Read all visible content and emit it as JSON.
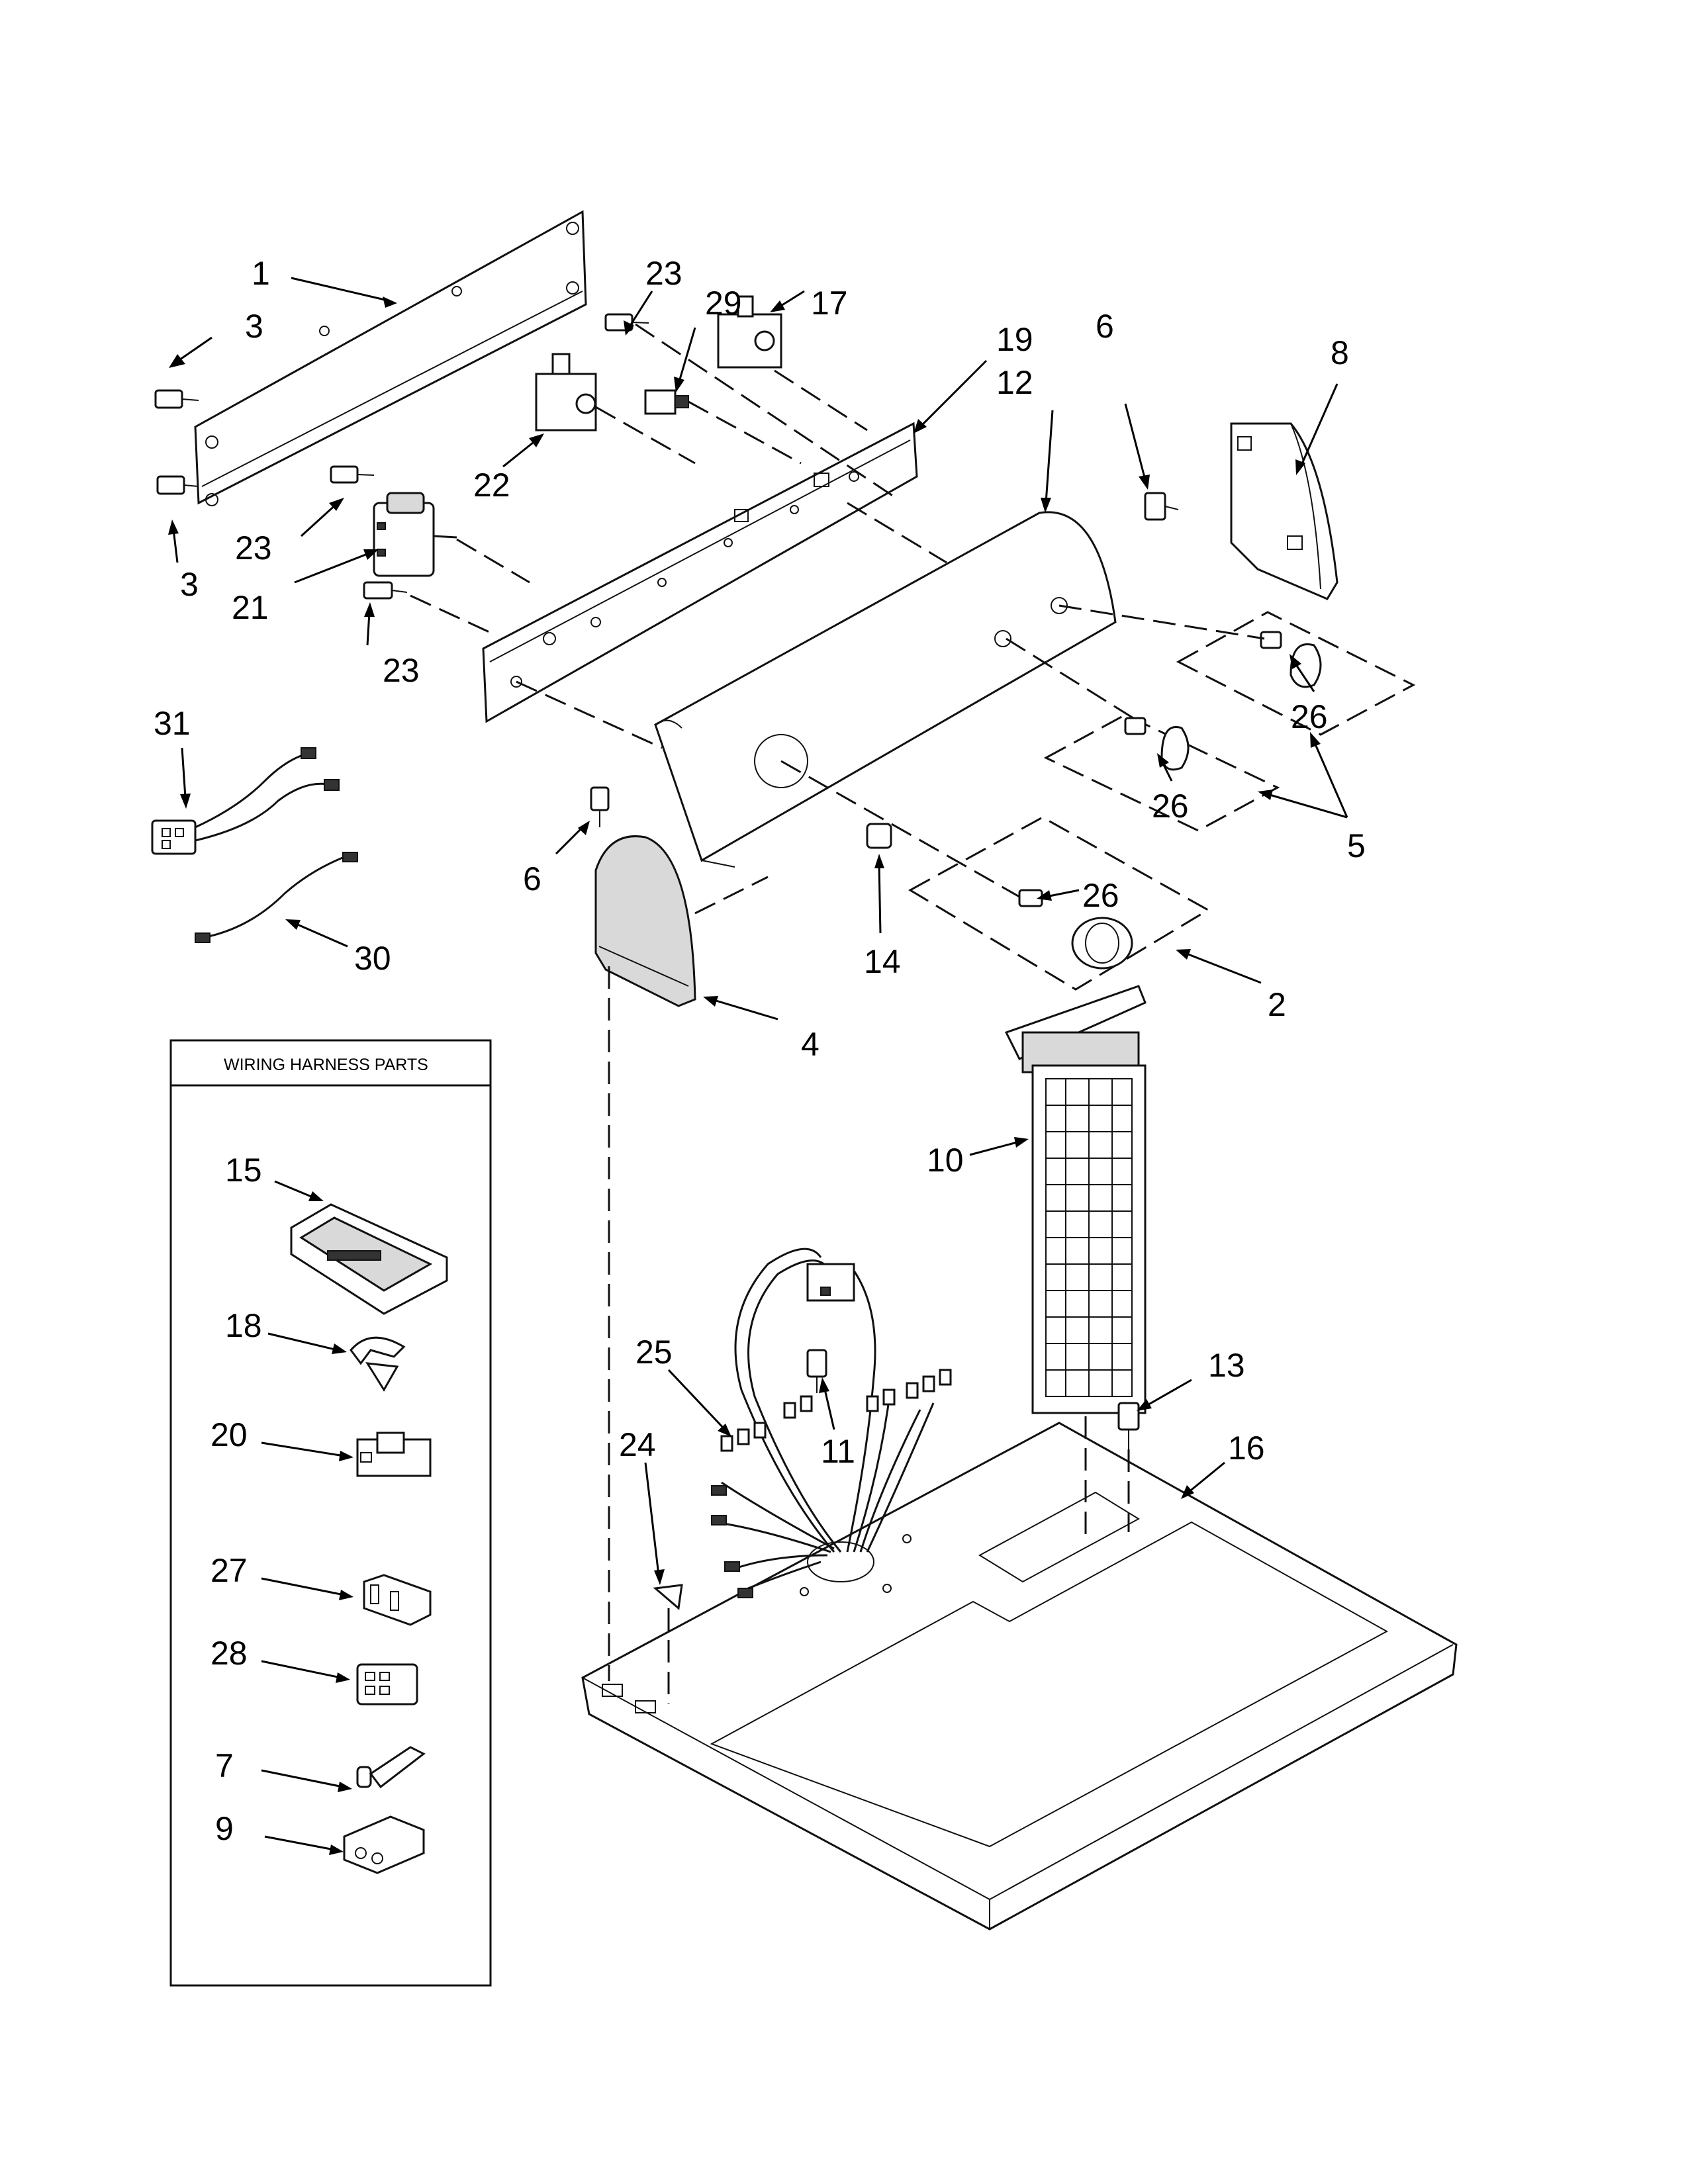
{
  "harness_box": {
    "title": "WIRING HARNESS PARTS"
  },
  "callouts": [
    {
      "id": "c1",
      "text": "1"
    },
    {
      "id": "c3a",
      "text": "3"
    },
    {
      "id": "c3b",
      "text": "3"
    },
    {
      "id": "c23a",
      "text": "23"
    },
    {
      "id": "c23b",
      "text": "23"
    },
    {
      "id": "c23c",
      "text": "23"
    },
    {
      "id": "c21",
      "text": "21"
    },
    {
      "id": "c22",
      "text": "22"
    },
    {
      "id": "c29",
      "text": "29"
    },
    {
      "id": "c17",
      "text": "17"
    },
    {
      "id": "c19",
      "text": "19"
    },
    {
      "id": "c12",
      "text": "12"
    },
    {
      "id": "c6a",
      "text": "6"
    },
    {
      "id": "c8",
      "text": "8"
    },
    {
      "id": "c26a",
      "text": "26"
    },
    {
      "id": "c26b",
      "text": "26"
    },
    {
      "id": "c26c",
      "text": "26"
    },
    {
      "id": "c5",
      "text": "5"
    },
    {
      "id": "c31",
      "text": "31"
    },
    {
      "id": "c30",
      "text": "30"
    },
    {
      "id": "c6b",
      "text": "6"
    },
    {
      "id": "c14",
      "text": "14"
    },
    {
      "id": "c2",
      "text": "2"
    },
    {
      "id": "c4",
      "text": "4"
    },
    {
      "id": "c10",
      "text": "10"
    },
    {
      "id": "c15",
      "text": "15"
    },
    {
      "id": "c18",
      "text": "18"
    },
    {
      "id": "c20",
      "text": "20"
    },
    {
      "id": "c27",
      "text": "27"
    },
    {
      "id": "c28",
      "text": "28"
    },
    {
      "id": "c7",
      "text": "7"
    },
    {
      "id": "c9",
      "text": "9"
    },
    {
      "id": "c25",
      "text": "25"
    },
    {
      "id": "c24",
      "text": "24"
    },
    {
      "id": "c11",
      "text": "11"
    },
    {
      "id": "c13",
      "text": "13"
    },
    {
      "id": "c16",
      "text": "16"
    }
  ]
}
